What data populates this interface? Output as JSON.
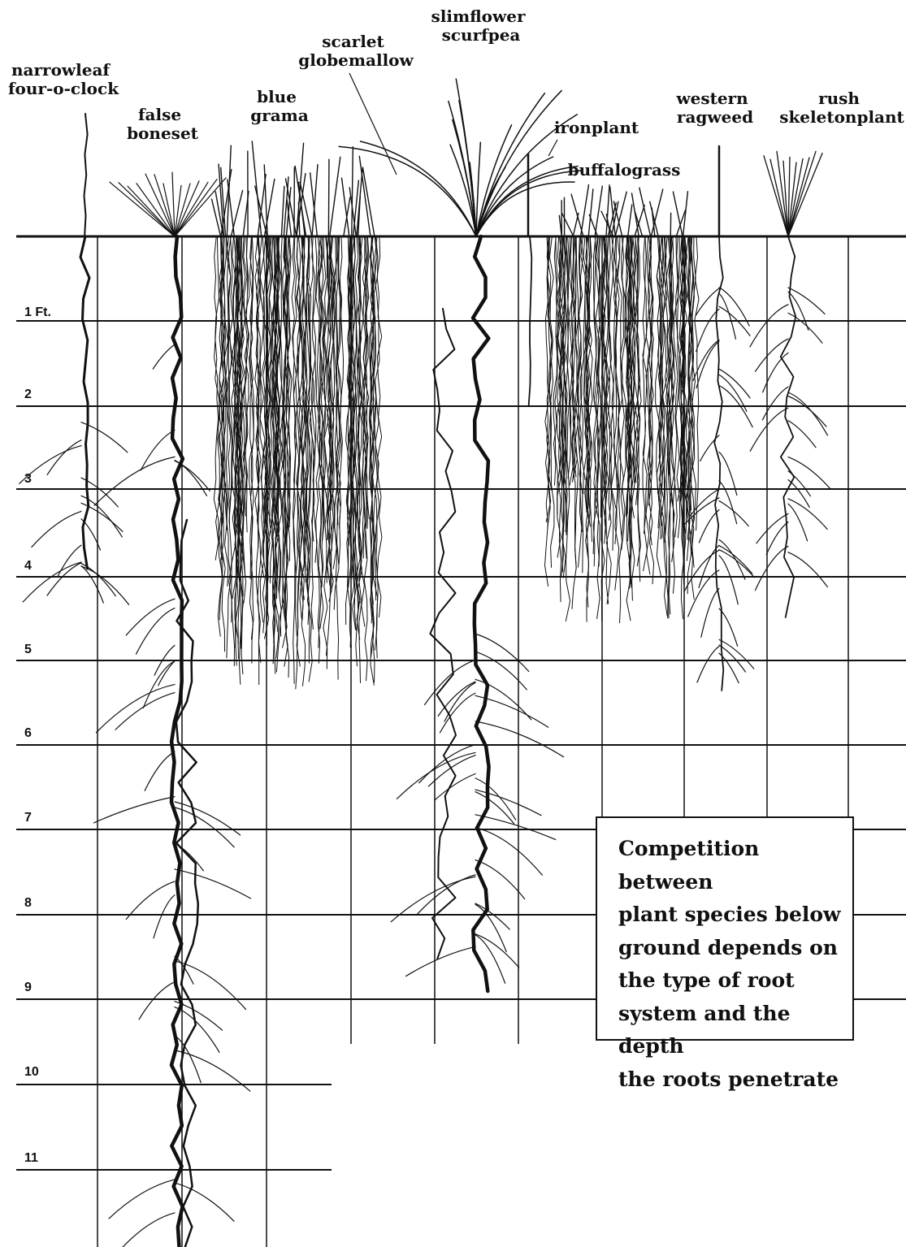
{
  "plants": [
    {
      "id": "narrowleaf",
      "lines": [
        "narrowleaf",
        "four-o-clock"
      ]
    },
    {
      "id": "false-boneset",
      "lines": [
        "false",
        "boneset"
      ]
    },
    {
      "id": "blue-grama",
      "lines": [
        "blue",
        "grama"
      ]
    },
    {
      "id": "scarlet-globemallow",
      "lines": [
        "scarlet",
        "globemallow"
      ]
    },
    {
      "id": "slimflower-scurfpea",
      "lines": [
        "slimflower",
        "scurfpea"
      ]
    },
    {
      "id": "ironplant",
      "lines": [
        "ironplant"
      ]
    },
    {
      "id": "buffalograss",
      "lines": [
        "buffalograss"
      ]
    },
    {
      "id": "western-ragweed",
      "lines": [
        "western",
        "ragweed"
      ]
    },
    {
      "id": "rush-skeletonplant",
      "lines": [
        "rush",
        "skeletonplant"
      ]
    }
  ],
  "depth_labels": [
    "1 Ft.",
    "2",
    "3",
    "4",
    "5",
    "6",
    "7",
    "8",
    "9",
    "10",
    "11"
  ],
  "caption": "Competition between\nplant species below\nground depends on\nthe type of root\nsystem and the depth\nthe roots penetrate",
  "colors": {
    "ink": "#111111",
    "paper": "#ffffff"
  }
}
